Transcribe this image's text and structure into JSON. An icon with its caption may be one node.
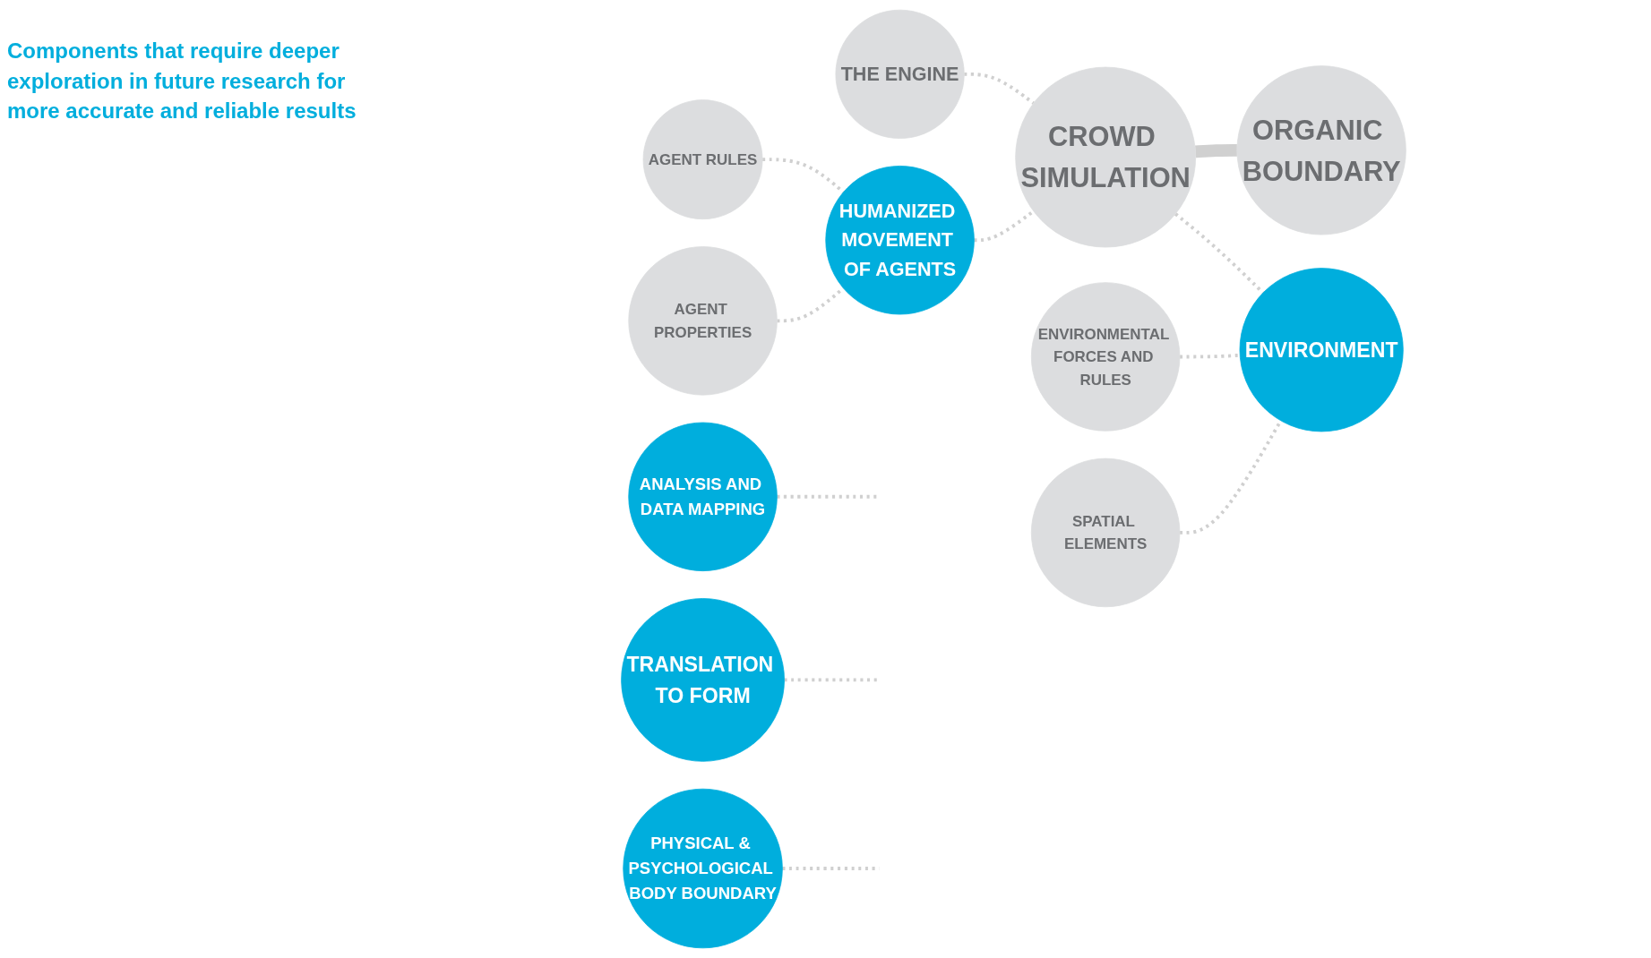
{
  "diagram": {
    "nodes": [
      {
        "text": [
          "THE ENGINE"
        ]
      },
      {
        "text": [
          "AGENT PROPERTIES"
        ]
      },
      {
        "text": [
          "HUMANIZED MOVEMENT OF AGENTS"
        ]
      },
      {
        "text": [
          "AGENT RULES"
        ]
      },
      {
        "text": [
          "CROWD SIMULATION"
        ]
      },
      {
        "text": [
          "ANALYSIS AND DATA MAPPING"
        ]
      },
      {
        "text": [
          "TRANSLATION TO FORM"
        ]
      },
      {
        "text": [
          "ORGANIC BOUNDARY"
        ]
      },
      {
        "text": [
          "ENVIRONMENTAL FORCES AND RULES"
        ]
      },
      {
        "text": [
          "ENVIRONMENT"
        ]
      },
      {
        "text": [
          "SPATIAL ELEMENTS"
        ]
      },
      {
        "text": [
          "PHYSICAL & PSYCHOLOGICAL BODY BOUNDARY"
        ]
      }
    ],
    "edges": [
      {
        "from": 0,
        "to": 4,
        "arrow": "none",
        "style": "dashed"
      },
      {
        "from": 1,
        "to": 2,
        "arrow": "none",
        "style": "dashed"
      },
      {
        "from": 3,
        "to": 2,
        "arrow": "none",
        "style": "dashed"
      },
      {
        "from": 2,
        "to": 4,
        "arrow": "none",
        "style": "dashed"
      },
      {
        "from": 4,
        "to": 9,
        "arrow": "none",
        "style": "dashed"
      },
      {
        "from": 8,
        "to": 9,
        "arrow": "none",
        "style": "dashed"
      },
      {
        "from": 10,
        "to": 9,
        "arrow": "none",
        "style": "dashed"
      },
      {
        "from": 4,
        "to": 7,
        "arrow": "none",
        "style": "thick"
      },
      {
        "from": 5,
        "to": null,
        "arrow": "none",
        "style": "dashed"
      },
      {
        "from": 6,
        "to": null,
        "arrow": "none",
        "style": "dashed"
      },
      {
        "from": 11,
        "to": null,
        "arrow": "none",
        "style": "dashed"
      }
    ],
    "labels": [
      "Components that require deeper exploration in future research for more accurate and reliable results"
    ]
  }
}
